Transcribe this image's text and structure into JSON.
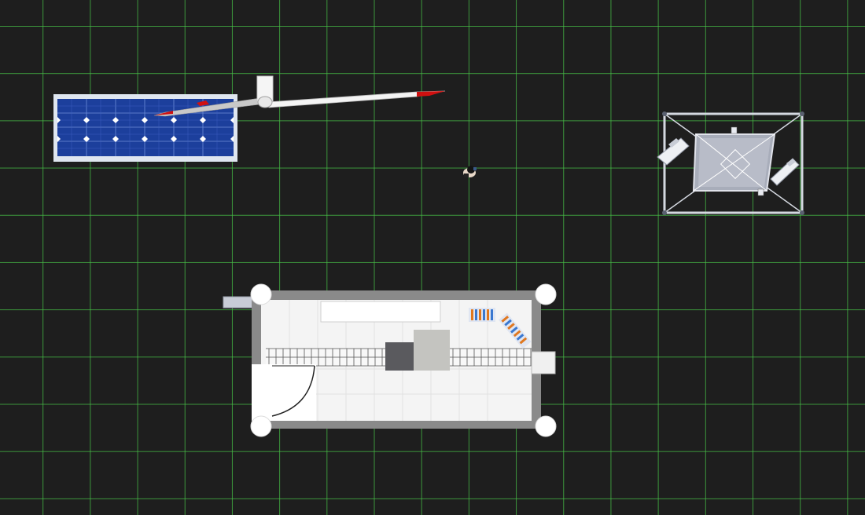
{
  "scene": {
    "name": "top-down-3d-viewport",
    "grid_color": "#46be46",
    "background_color": "#1e1e1e"
  },
  "objects": [
    {
      "name": "solar-panel",
      "icon": "solar-panel-icon",
      "color": "#1c3f9c"
    },
    {
      "name": "wind-turbine",
      "icon": "wind-turbine-icon",
      "accent": "#d01010"
    },
    {
      "name": "person",
      "icon": "person-icon"
    },
    {
      "name": "gazebo-with-lounge-chairs",
      "icon": "gazebo-icon"
    },
    {
      "name": "tiny-house-floorplan",
      "icon": "building-icon"
    }
  ]
}
